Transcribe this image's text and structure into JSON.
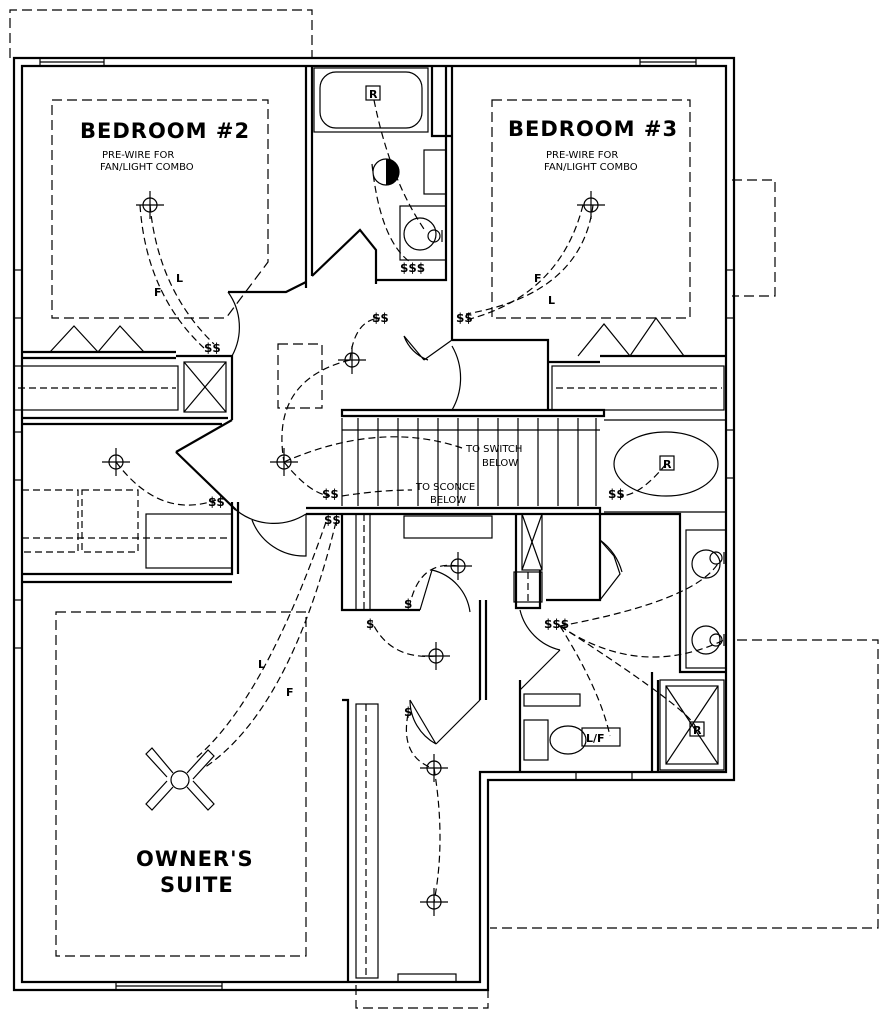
{
  "rooms": {
    "bedroom2": {
      "title": "BEDROOM #2",
      "note1": "PRE-WIRE FOR",
      "note2": "FAN/LIGHT COMBO"
    },
    "bedroom3": {
      "title": "BEDROOM #3",
      "note1": "PRE-WIRE FOR",
      "note2": "FAN/LIGHT COMBO"
    },
    "owners": {
      "line1": "OWNER'S",
      "line2": "SUITE"
    }
  },
  "notes": {
    "switch1": "TO SWITCH",
    "switch2": "BELOW",
    "sconce1": "TO SCONCE",
    "sconce2": "BELOW"
  },
  "wire_labels": {
    "fan": "F",
    "light": "L"
  },
  "switch_symbols": {
    "single": "$",
    "double": "$$",
    "triple": "$$$"
  },
  "device_labels": {
    "recessed": "R",
    "light_fan": "L/F"
  },
  "icons": [
    "ceiling-light-icon",
    "ceiling-fan-icon",
    "recessed-light-icon",
    "switch-icon",
    "exhaust-fan-icon"
  ]
}
